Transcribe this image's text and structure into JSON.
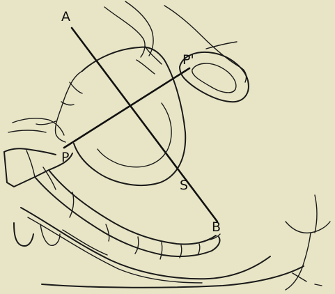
{
  "diagram": {
    "labels": {
      "a": "A",
      "b": "B",
      "p": "P",
      "p_prime": "P'",
      "s": "S"
    }
  }
}
